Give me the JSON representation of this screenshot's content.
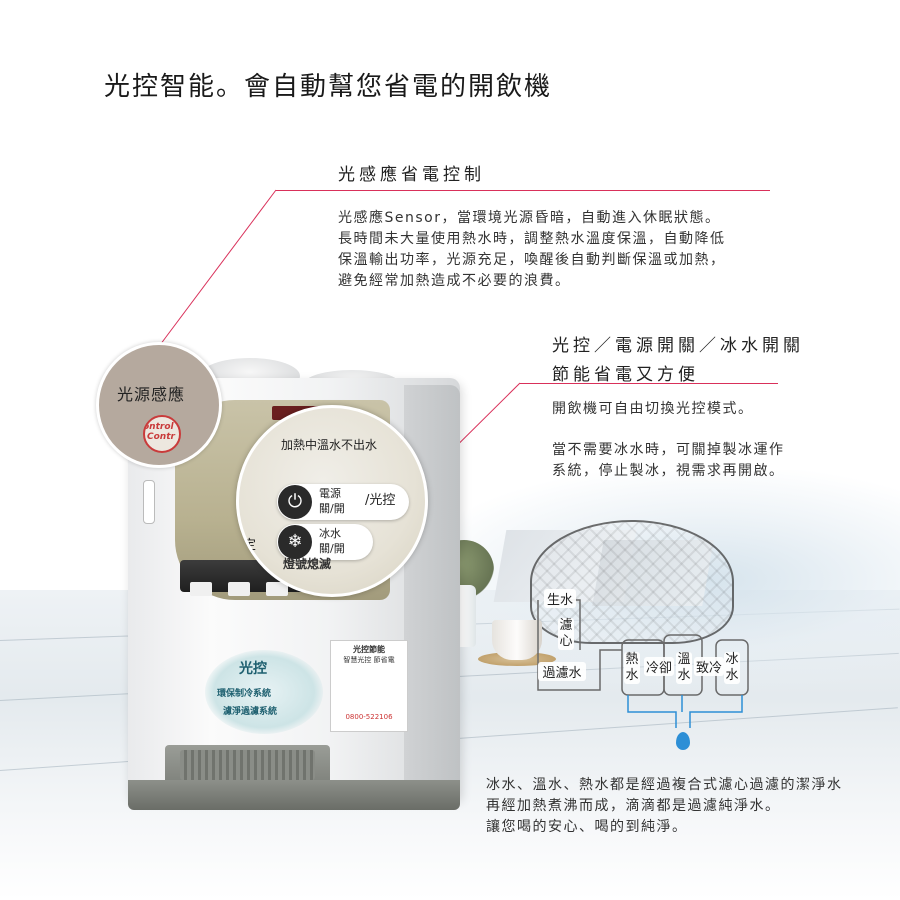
{
  "headline": "光控智能。會自動幫您省電的開飲機",
  "section1": {
    "title": "光感應省電控制",
    "lines": [
      "光感應Sensor，當環境光源昏暗，自動進入休眠狀態。",
      "長時間未大量使用熱水時，調整熱水溫度保溫，自動降低",
      "保溫輸出功率，光源充足，喚醒後自動判斷保溫或加熱，",
      "避免經常加熱造成不必要的浪費。"
    ]
  },
  "section2": {
    "title_line1": "光控／電源開關／冰水開關",
    "title_line2": "節能省電又方便",
    "para1": "開飲機可自由切換光控模式。",
    "para2_line1": "當不需要冰水時，可關掉製冰運作",
    "para2_line2": "系統，停止製冰，視需求再開啟。"
  },
  "magnifier_small": {
    "label": "光源感應",
    "badge_line1": "ontrol",
    "badge_line2": "Contr"
  },
  "magnifier_big": {
    "top_strip": "加熱中溫水不出水",
    "power_label_line1": "電源",
    "power_label_line2": "關/開",
    "power_suffix": "/光控",
    "ice_label_line1": "冰水",
    "ice_label_line2": "關/開",
    "left_fragment": "定",
    "bottom_strip": "燈號熄滅"
  },
  "dispenser": {
    "sticker_title": "光控節能",
    "sticker_sub": "智慧光控 節省電",
    "sticker_phone": "0800-522106",
    "label_big": "光控",
    "label_line1": "環保制冷系統",
    "label_line2": "濾淨過濾系統"
  },
  "diagram": {
    "raw_water": "生水",
    "filter": "濾心",
    "filtered_water": "過濾水",
    "hot_water": "熱水",
    "cooling1": "冷卻",
    "warm_water": "溫水",
    "cooling2": "致冷",
    "ice_water": "冰水"
  },
  "bottom_text": {
    "line1": "冰水、溫水、熱水都是經過複合式濾心過濾的潔淨水",
    "line2": "再經加熱煮沸而成，滴滴都是過濾純淨水。",
    "line3": "讓您喝的安心、喝的到純淨。"
  },
  "colors": {
    "accent_line": "#d9305a",
    "arrow_blue": "#2d8fd6"
  }
}
